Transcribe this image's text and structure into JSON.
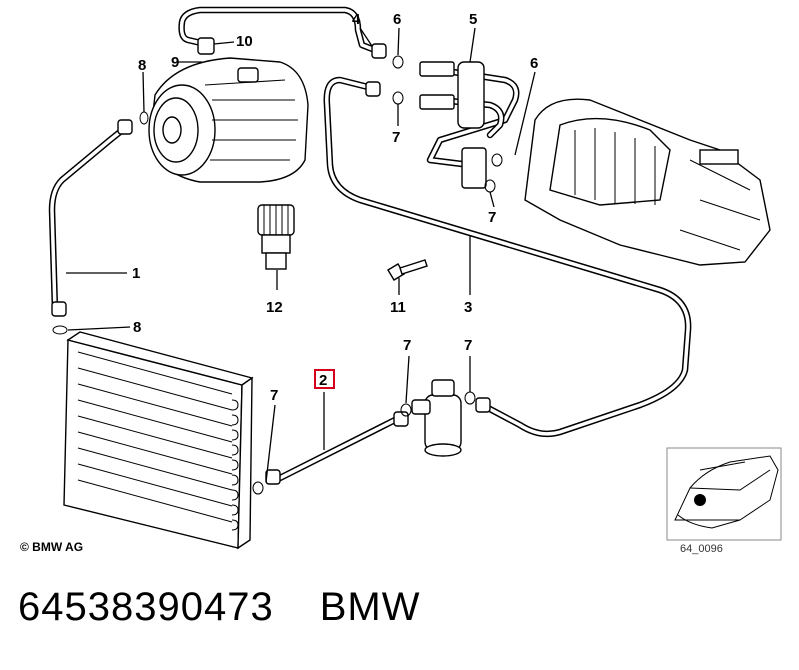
{
  "diagram": {
    "callouts": {
      "c1": "1",
      "c2": "2",
      "c3": "3",
      "c4": "4",
      "c5": "5",
      "c6a": "6",
      "c6b": "6",
      "c7a": "7",
      "c7b": "7",
      "c7c": "7",
      "c7d": "7",
      "c7e": "7",
      "c8a": "8",
      "c8b": "8",
      "c9": "9",
      "c10": "10",
      "c11": "11",
      "c12": "12"
    },
    "highlight_color": "#d6001c",
    "copyright": "© BMW AG",
    "thumbnail_code": "64_0096"
  },
  "footer": {
    "part_number": "64538390473",
    "brand": "BMW"
  }
}
